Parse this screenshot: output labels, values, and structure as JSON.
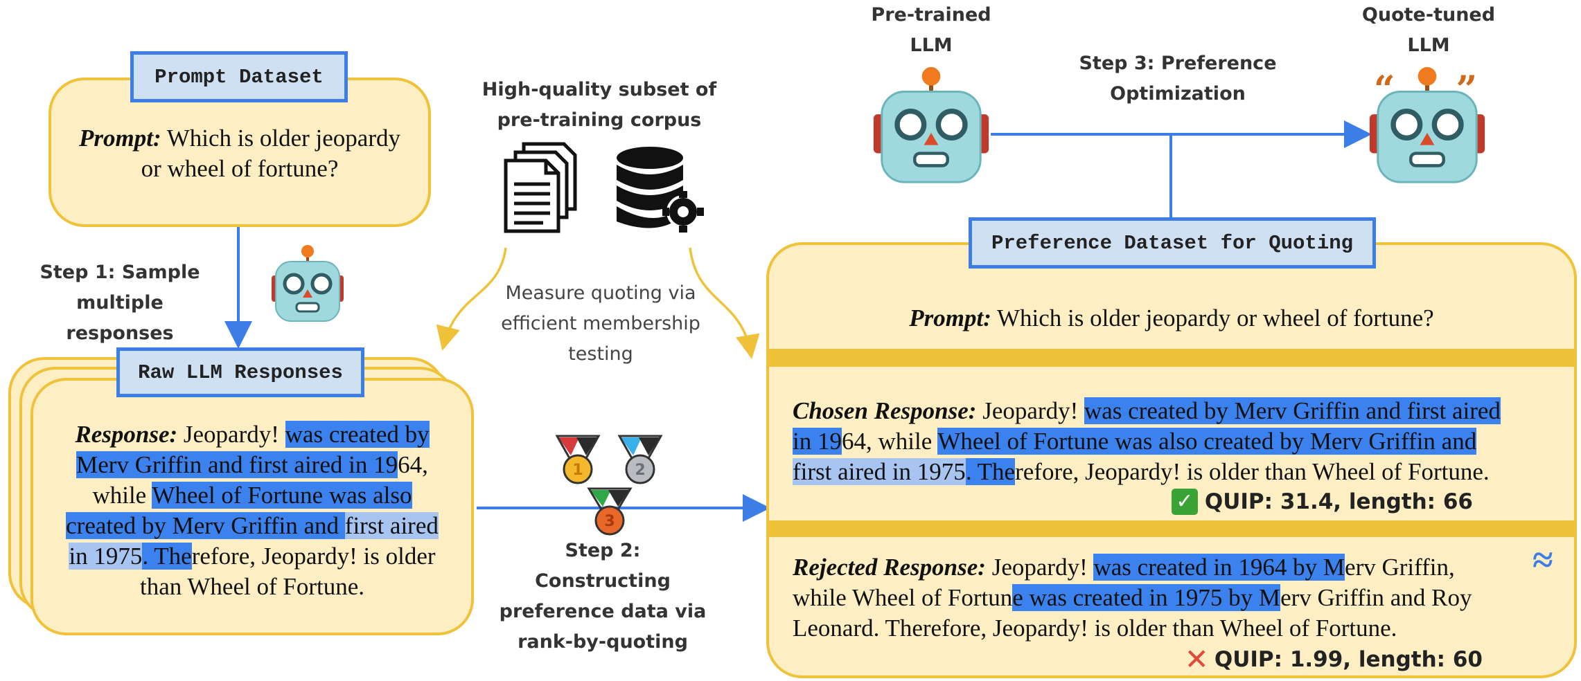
{
  "prompt_dataset": {
    "tag": "Prompt Dataset",
    "prompt_label": "Prompt:",
    "prompt_text_1": "Which is older jeopardy",
    "prompt_text_2": "or wheel of fortune?"
  },
  "step1": {
    "line1": "Step 1: Sample",
    "line2": "multiple responses"
  },
  "raw_responses": {
    "tag": "Raw LLM Responses",
    "response_label": "Response:",
    "l1_a": "Jeopardy! ",
    "l1_b": "was created by",
    "l2_a": "Merv Griffin and first aired in 19",
    "l2_b": "64,",
    "l3_a": "while ",
    "l3_b": "Wheel of Fortune was also",
    "l4_a": "created by Merv Griffin and ",
    "l4_b": "first aired",
    "l5_a": "in 1975",
    "l5_b": ". The",
    "l5_c": "refore, Jeopardy! is older",
    "l6": "than Wheel of Fortune."
  },
  "corpus": {
    "line1": "High-quality subset of",
    "line2": "pre-training corpus"
  },
  "measure": {
    "line1": "Measure quoting via",
    "line2": "efficient membership",
    "line3": "testing"
  },
  "step2": {
    "line1": "Step 2: Constructing",
    "line2": "preference data via",
    "line3": "rank-by-quoting"
  },
  "medals": {
    "gold": "1",
    "silver": "2",
    "bronze": "3"
  },
  "pretrained": {
    "line1": "Pre-trained",
    "line2": "LLM"
  },
  "quotetuned": {
    "line1": "Quote-tuned",
    "line2": "LLM"
  },
  "step3": {
    "line1": "Step 3: Preference",
    "line2": "Optimization"
  },
  "preference": {
    "tag": "Preference Dataset for Quoting",
    "prompt_label": "Prompt:",
    "prompt_text": "Which is older jeopardy or wheel of fortune?",
    "chosen_label": "Chosen Response:",
    "c1_a": "Jeopardy! ",
    "c1_b": "was created by Merv Griffin and first aired",
    "c2_a": "in 19",
    "c2_b": "64, while ",
    "c2_c": "Wheel of Fortune was also created by Merv Griffin and",
    "c3_a": "first aired in 1975",
    "c3_b": ". The",
    "c3_c": "refore, Jeopardy! is older than Wheel of Fortune.",
    "chosen_score": "QUIP: 31.4, length: 66",
    "rejected_label": "Rejected Response:",
    "r1_a": "Jeopardy! ",
    "r1_b": "was created in 1964 by M",
    "r1_c": "erv Griffin,",
    "r2_a": "while Wheel of Fortun",
    "r2_b": "e was created in 1975 by M",
    "r2_c": "erv Griffin and Roy",
    "r3": "Leonard. Therefore, Jeopardy! is older than Wheel of Fortune.",
    "rejected_score": "QUIP: 1.99, length: 60",
    "approx_symbol": "≈"
  },
  "colors": {
    "accent_blue": "#3d7ee6",
    "box_fill": "#fdefc3",
    "box_border": "#efc23a",
    "tag_fill": "#cfe0f3"
  }
}
